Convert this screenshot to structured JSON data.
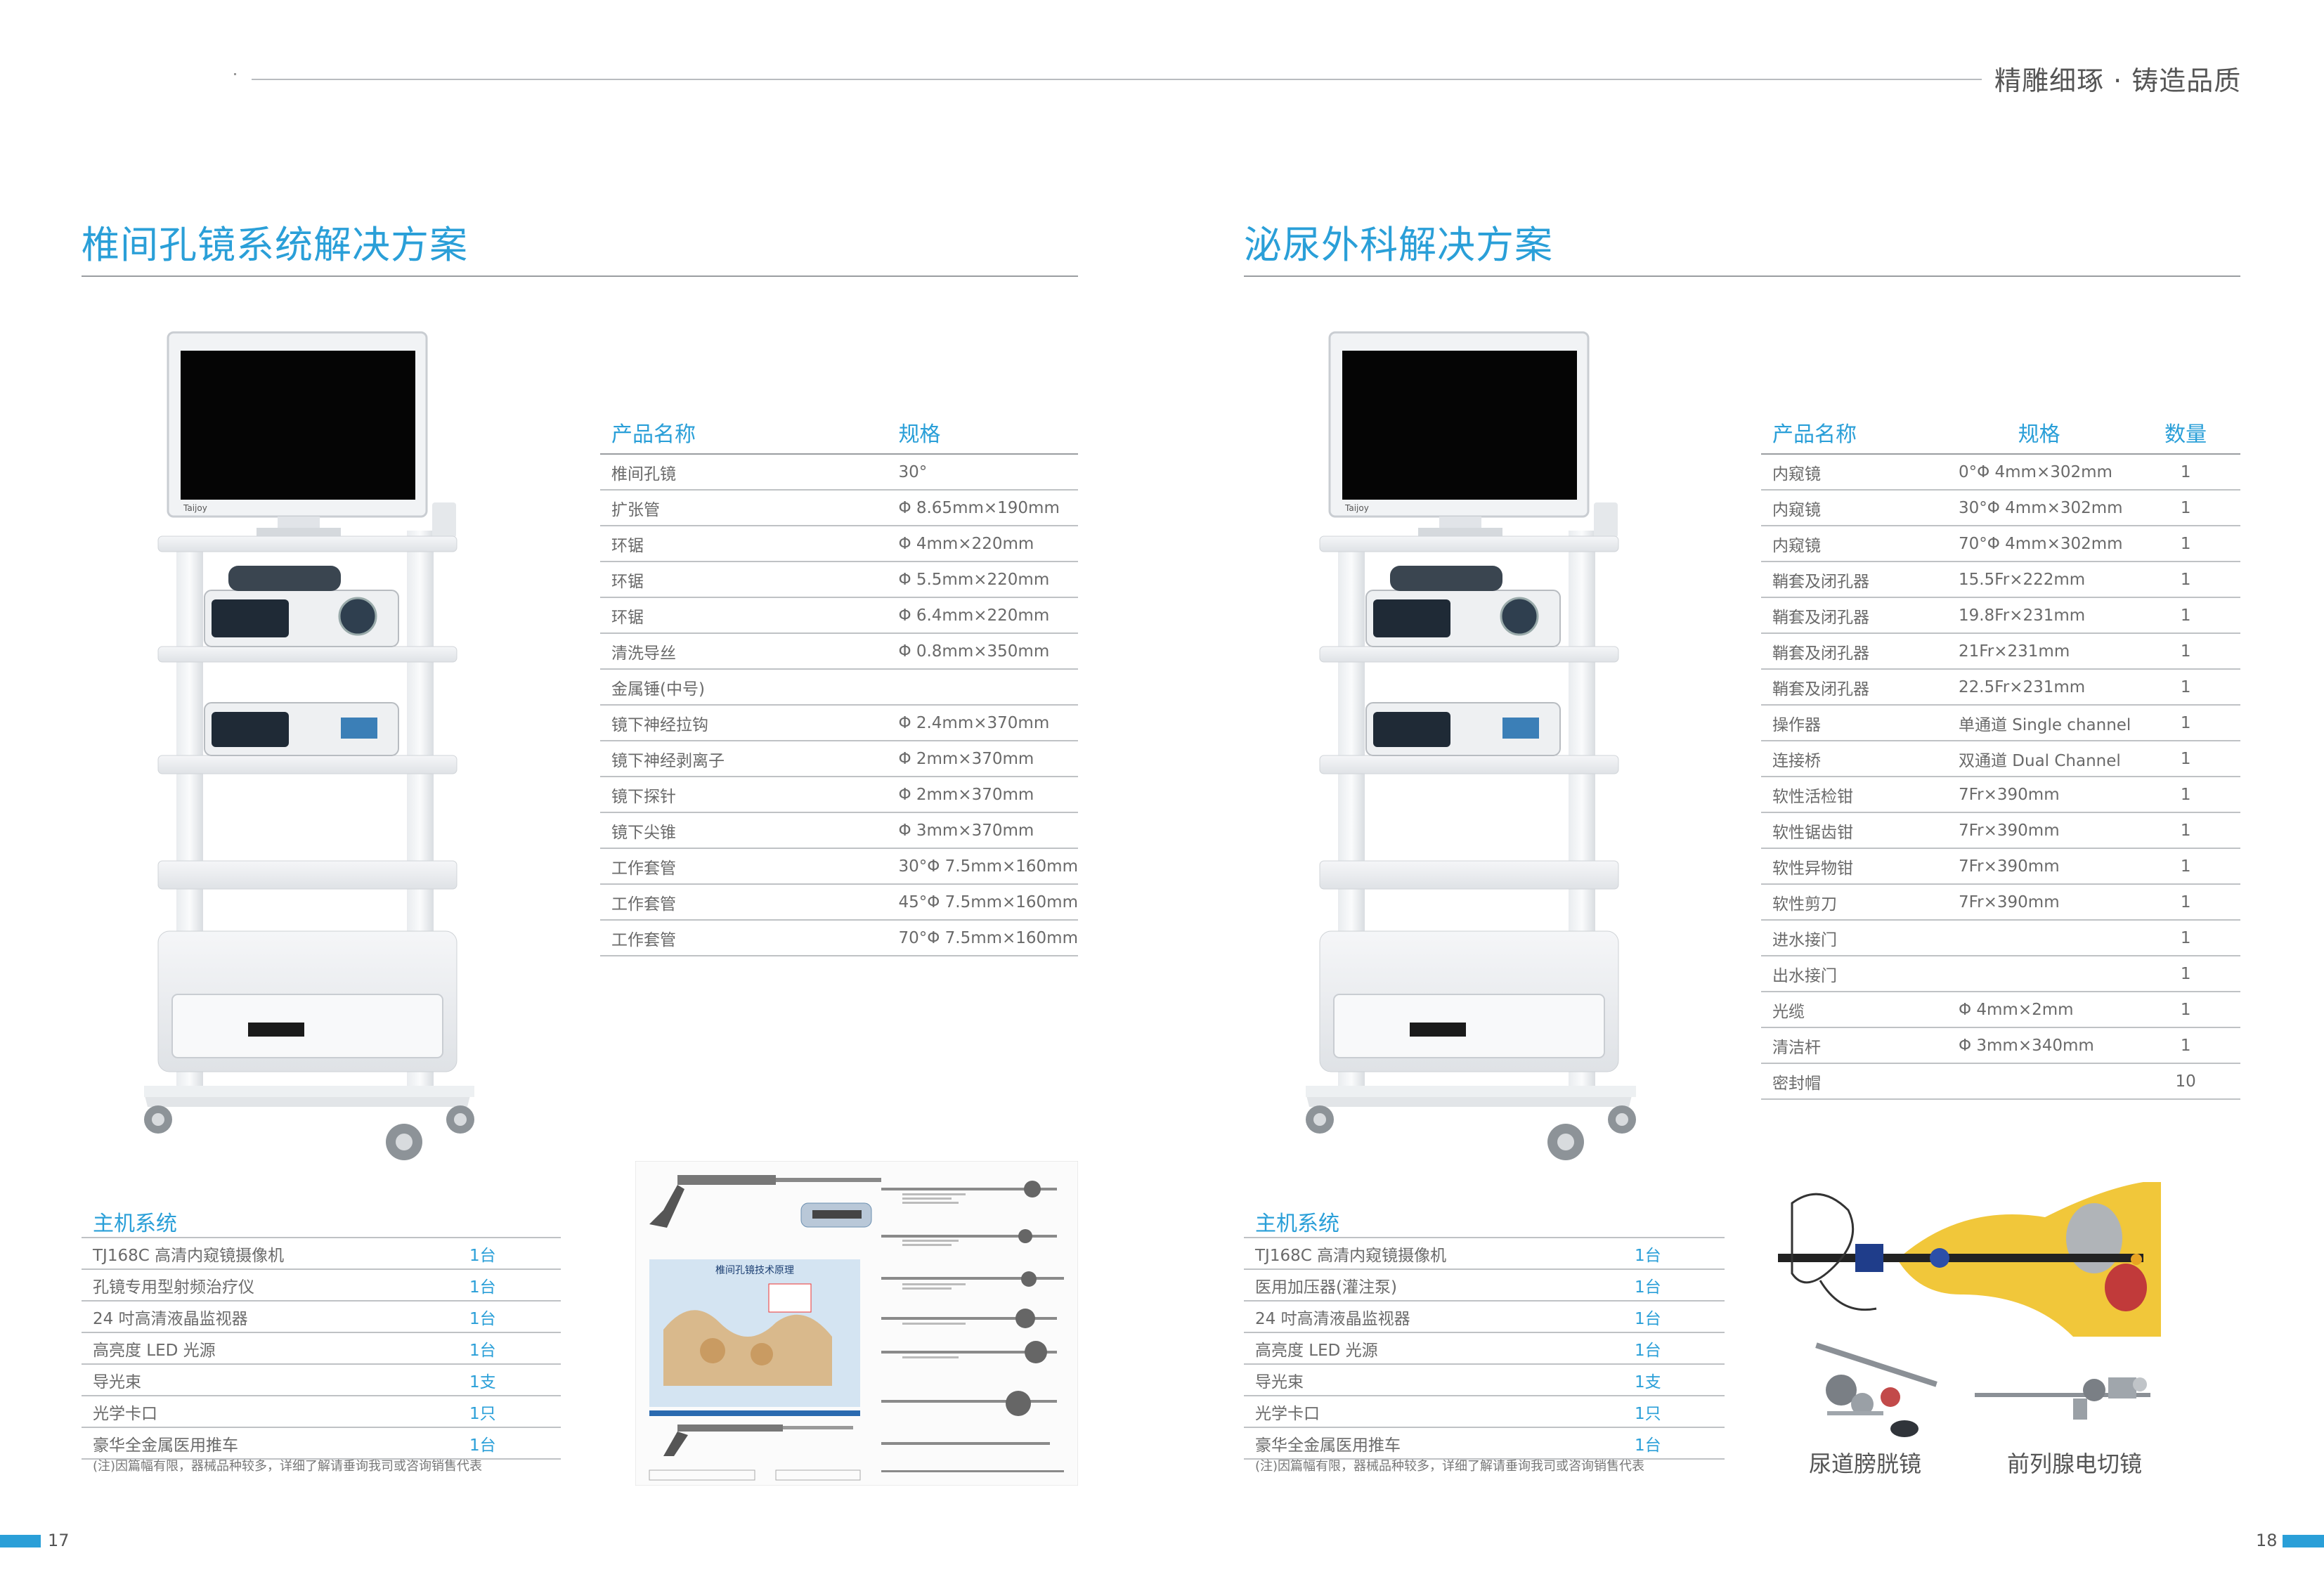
{
  "header": {
    "slogan": "精雕细琢 · 铸造品质"
  },
  "left": {
    "title": "椎间孔镜系统解决方案",
    "table": {
      "col_name": "产品名称",
      "col_spec": "规格",
      "rows": [
        [
          "椎间孔镜",
          "30°"
        ],
        [
          "扩张管",
          "Φ 8.65mm×190mm"
        ],
        [
          "环锯",
          "Φ 4mm×220mm"
        ],
        [
          "环锯",
          "Φ 5.5mm×220mm"
        ],
        [
          "环锯",
          "Φ 6.4mm×220mm"
        ],
        [
          "清洗导丝",
          "Φ 0.8mm×350mm"
        ],
        [
          "金属锤(中号)",
          ""
        ],
        [
          "镜下神经拉钩",
          "Φ 2.4mm×370mm"
        ],
        [
          "镜下神经剥离子",
          "Φ 2mm×370mm"
        ],
        [
          "镜下探针",
          "Φ 2mm×370mm"
        ],
        [
          "镜下尖锥",
          "Φ 3mm×370mm"
        ],
        [
          "工作套管",
          "30°Φ 7.5mm×160mm"
        ],
        [
          "工作套管",
          "45°Φ 7.5mm×160mm"
        ],
        [
          "工作套管",
          "70°Φ 7.5mm×160mm"
        ]
      ]
    },
    "host": {
      "heading": "主机系统",
      "rows": [
        [
          "TJ168C 高清内窥镜摄像机",
          "1台"
        ],
        [
          "孔镜专用型射频治疗仪",
          "1台"
        ],
        [
          "24 吋高清液晶监视器",
          "1台"
        ],
        [
          "高亮度 LED 光源",
          "1台"
        ],
        [
          "导光束",
          "1支"
        ],
        [
          "光学卡口",
          "1只"
        ],
        [
          "豪华全金属医用推车",
          "1台"
        ]
      ],
      "note": "(注)因篇幅有限，器械品种较多，详细了解请垂询我司或咨询销售代表"
    },
    "monitor_brand": "Taijoy",
    "page_number": "17"
  },
  "right": {
    "title": "泌尿外科解决方案",
    "table": {
      "col_name": "产品名称",
      "col_spec": "规格",
      "col_qty": "数量",
      "rows": [
        [
          "内窥镜",
          "0°Φ 4mm×302mm",
          "1"
        ],
        [
          "内窥镜",
          "30°Φ 4mm×302mm",
          "1"
        ],
        [
          "内窥镜",
          "70°Φ 4mm×302mm",
          "1"
        ],
        [
          "鞘套及闭孔器",
          "15.5Fr×222mm",
          "1"
        ],
        [
          "鞘套及闭孔器",
          "19.8Fr×231mm",
          "1"
        ],
        [
          "鞘套及闭孔器",
          "21Fr×231mm",
          "1"
        ],
        [
          "鞘套及闭孔器",
          "22.5Fr×231mm",
          "1"
        ],
        [
          "操作器",
          "单通道 Single channel",
          "1"
        ],
        [
          "连接桥",
          "双通道 Dual Channel",
          "1"
        ],
        [
          "软性活检钳",
          "7Fr×390mm",
          "1"
        ],
        [
          "软性锯齿钳",
          "7Fr×390mm",
          "1"
        ],
        [
          "软性异物钳",
          "7Fr×390mm",
          "1"
        ],
        [
          "软性剪刀",
          "7Fr×390mm",
          "1"
        ],
        [
          "进水接门",
          "",
          "1"
        ],
        [
          "出水接门",
          "",
          "1"
        ],
        [
          "光缆",
          "Φ 4mm×2mm",
          "1"
        ],
        [
          "清洁杆",
          "Φ 3mm×340mm",
          "1"
        ],
        [
          "密封帽",
          "",
          "10"
        ]
      ]
    },
    "host": {
      "heading": "主机系统",
      "rows": [
        [
          "TJ168C 高清内窥镜摄像机",
          "1台"
        ],
        [
          "医用加压器(灌注泵)",
          "1台"
        ],
        [
          "24 吋高清液晶监视器",
          "1台"
        ],
        [
          "高亮度 LED 光源",
          "1台"
        ],
        [
          "导光束",
          "1支"
        ],
        [
          "光学卡口",
          "1只"
        ],
        [
          "豪华全金属医用推车",
          "1台"
        ]
      ],
      "note": "(注)因篇幅有限，器械品种较多，详细了解请垂询我司或咨询销售代表"
    },
    "captions": {
      "cystoscope": "尿道膀胱镜",
      "resectoscope": "前列腺电切镜"
    },
    "monitor_brand": "Taijoy",
    "page_number": "18"
  },
  "instrument_sheet": {
    "title": "椎间孔镜技术原理"
  },
  "colors": {
    "accent": "#2a9fd8",
    "text": "#555555",
    "rule": "#bfc2c5"
  }
}
